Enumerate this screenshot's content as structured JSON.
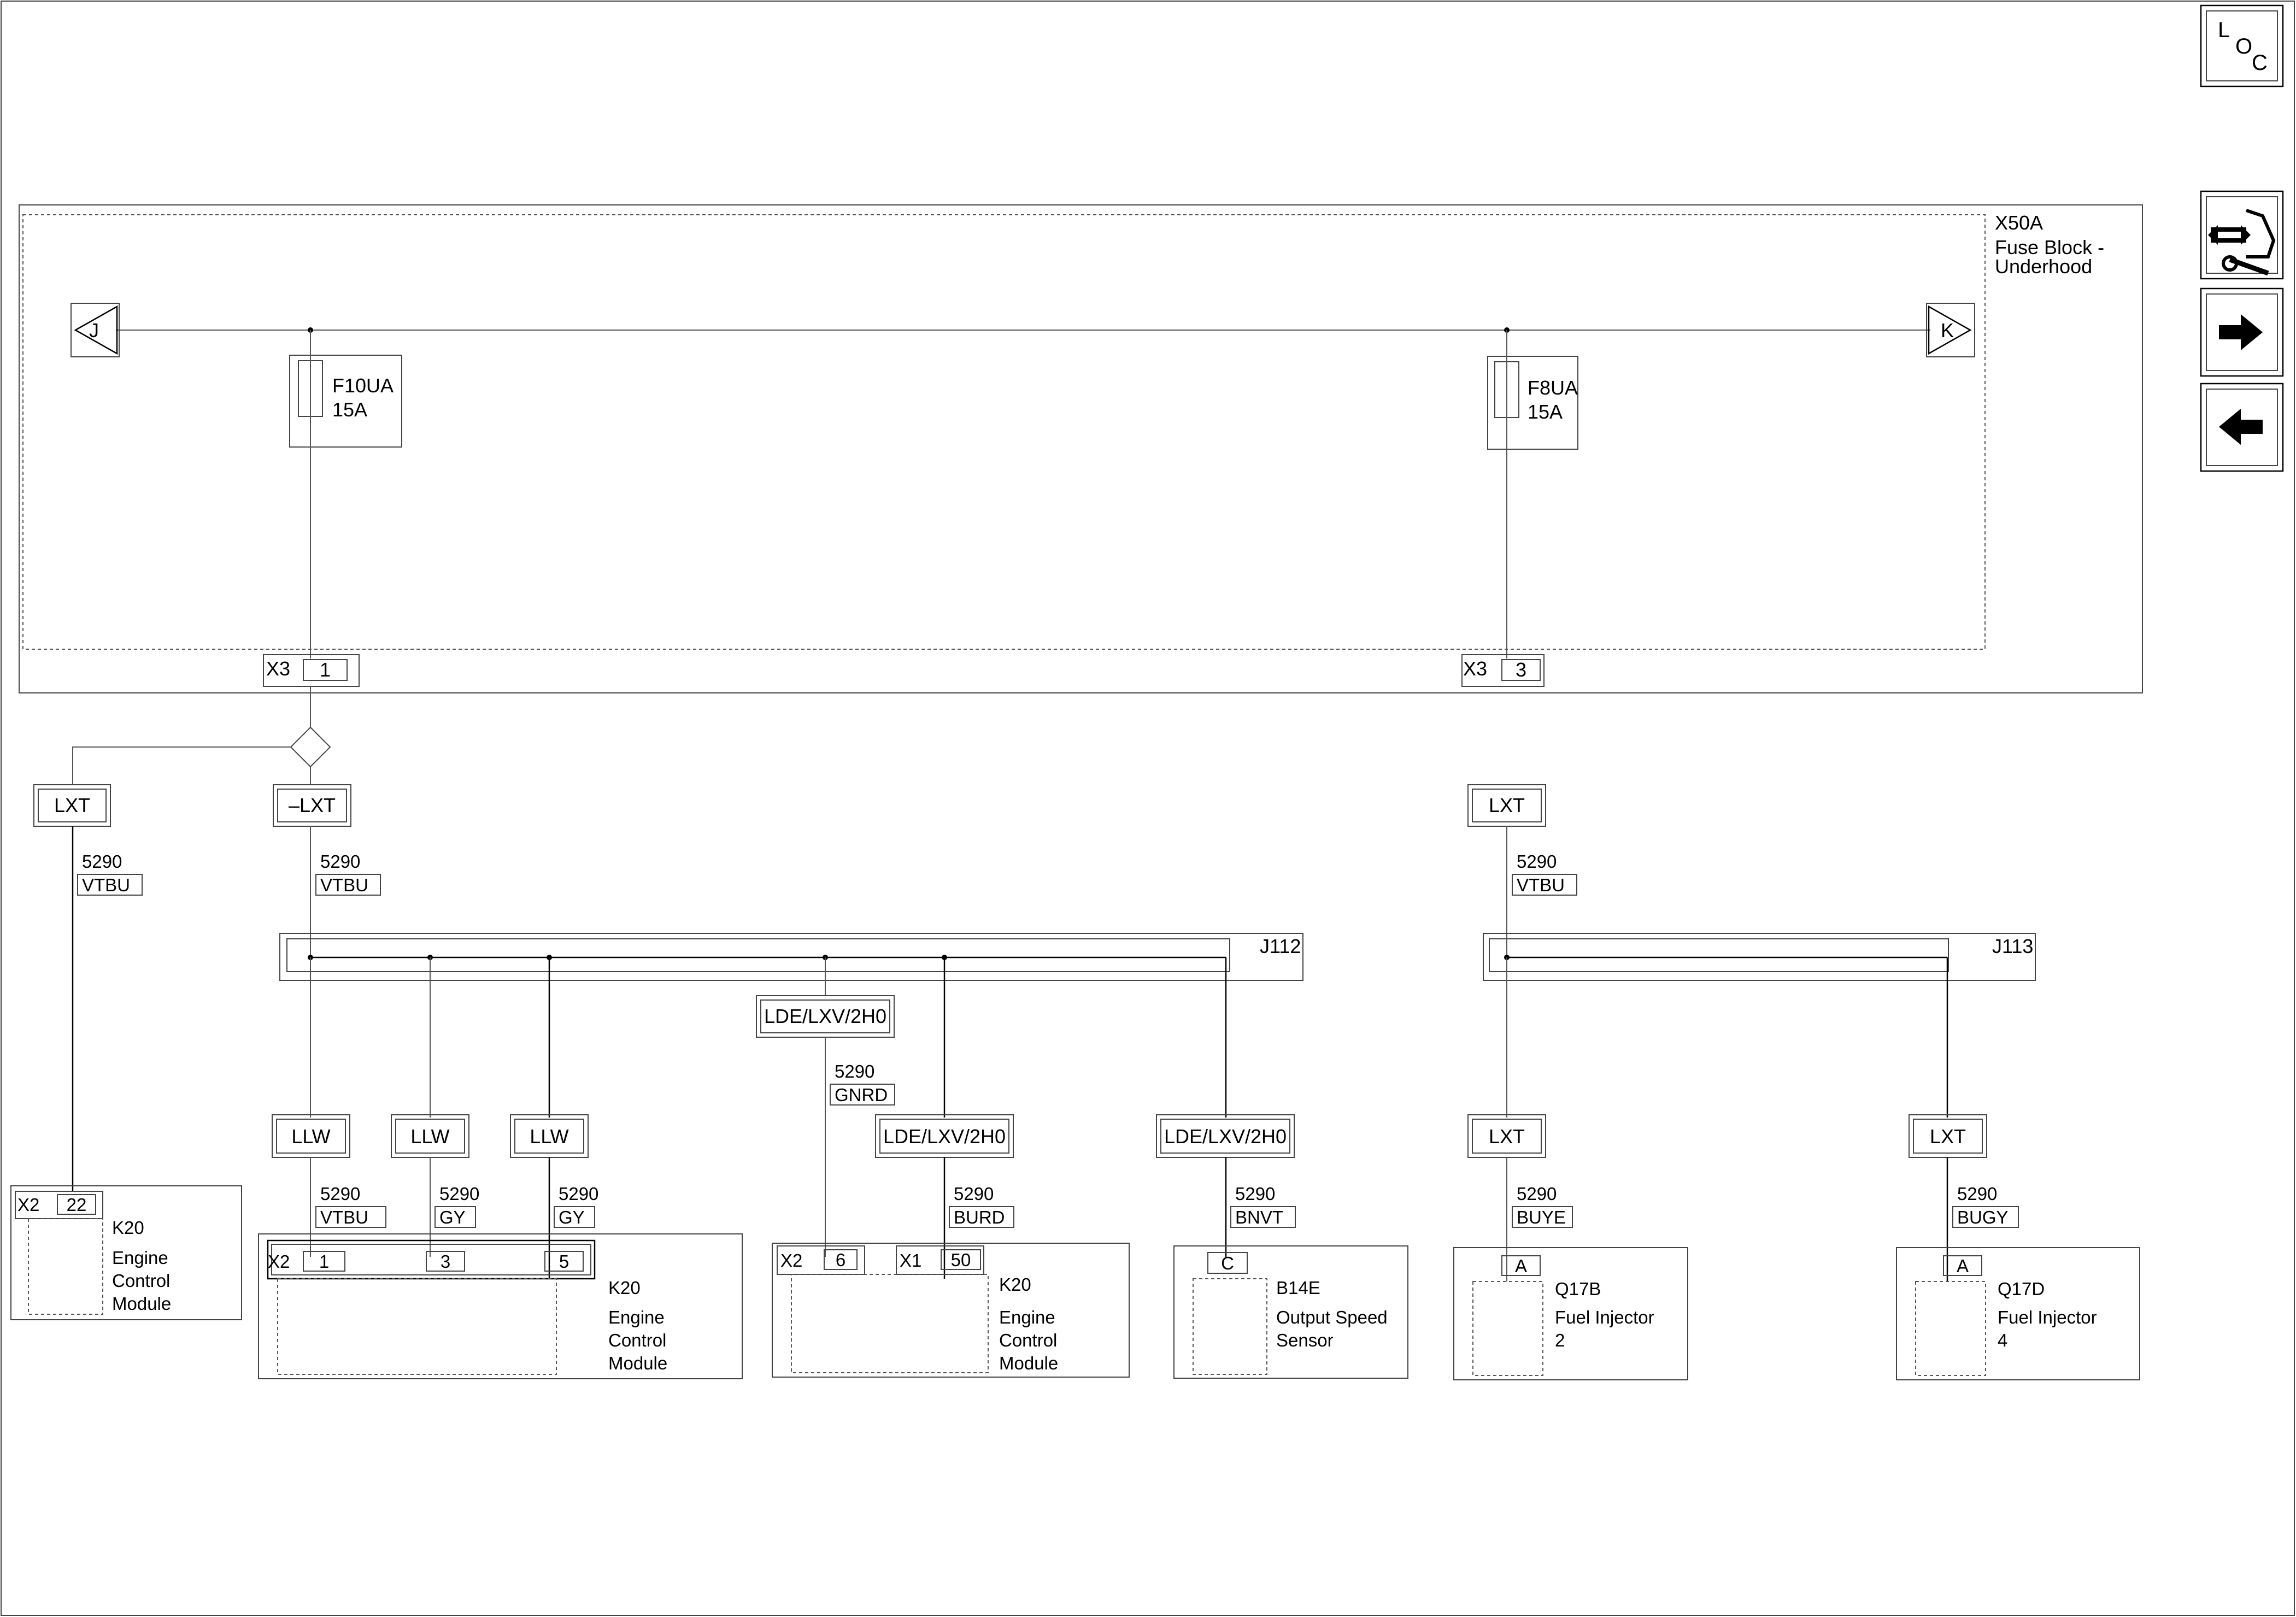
{
  "nav": {
    "loc_l": "L",
    "loc_o": "O",
    "loc_c": "C"
  },
  "fuse_block": {
    "id": "X50A",
    "name_line1": "Fuse Block -",
    "name_line2": "Underhood",
    "bus_left": "J",
    "bus_right": "K",
    "fuse_left": {
      "id": "F10UA",
      "rating": "15A"
    },
    "fuse_right": {
      "id": "F8UA",
      "rating": "15A"
    },
    "conn_left": {
      "connector": "X3",
      "pin": "1"
    },
    "conn_right": {
      "connector": "X3",
      "pin": "3"
    }
  },
  "options": {
    "lxt_a": "LXT",
    "not_lxt": "–LXT",
    "lxt_b": "LXT",
    "llw_1": "LLW",
    "llw_2": "LLW",
    "llw_3": "LLW",
    "lde_1": "LDE/LXV/2H0",
    "lde_2": "LDE/LXV/2H0",
    "lde_3": "LDE/LXV/2H0",
    "lxt_c": "LXT",
    "lxt_d": "LXT"
  },
  "circuits": {
    "c1": {
      "num": "5290",
      "color": "VTBU"
    },
    "c2": {
      "num": "5290",
      "color": "VTBU"
    },
    "c3": {
      "num": "5290",
      "color": "VTBU"
    },
    "c4": {
      "num": "5290",
      "color": "GNRD"
    },
    "c5": {
      "num": "5290",
      "color": "VTBU"
    },
    "c6": {
      "num": "5290",
      "color": "GY"
    },
    "c7": {
      "num": "5290",
      "color": "GY"
    },
    "c8": {
      "num": "5290",
      "color": "BURD"
    },
    "c9": {
      "num": "5290",
      "color": "BNVT"
    },
    "c10": {
      "num": "5290",
      "color": "BUYE"
    },
    "c11": {
      "num": "5290",
      "color": "BUGY"
    }
  },
  "splices": {
    "j112": "J112",
    "j113": "J113"
  },
  "components": {
    "k20_a": {
      "id": "K20",
      "l1": "Engine",
      "l2": "Control",
      "l3": "Module",
      "connector": "X2",
      "pin": "22"
    },
    "k20_b": {
      "id": "K20",
      "l1": "Engine",
      "l2": "Control",
      "l3": "Module",
      "connector": "X2",
      "pin1": "1",
      "pin2": "3",
      "pin3": "5"
    },
    "k20_c": {
      "id": "K20",
      "l1": "Engine",
      "l2": "Control",
      "l3": "Module",
      "connector1": "X2",
      "pin1": "6",
      "connector2": "X1",
      "pin2": "50"
    },
    "b14e": {
      "id": "B14E",
      "l1": "Output Speed",
      "l2": "Sensor",
      "pin": "C"
    },
    "q17b": {
      "id": "Q17B",
      "l1": "Fuel Injector",
      "l2": "2",
      "pin": "A"
    },
    "q17d": {
      "id": "Q17D",
      "l1": "Fuel Injector",
      "l2": "4",
      "pin": "A"
    }
  }
}
